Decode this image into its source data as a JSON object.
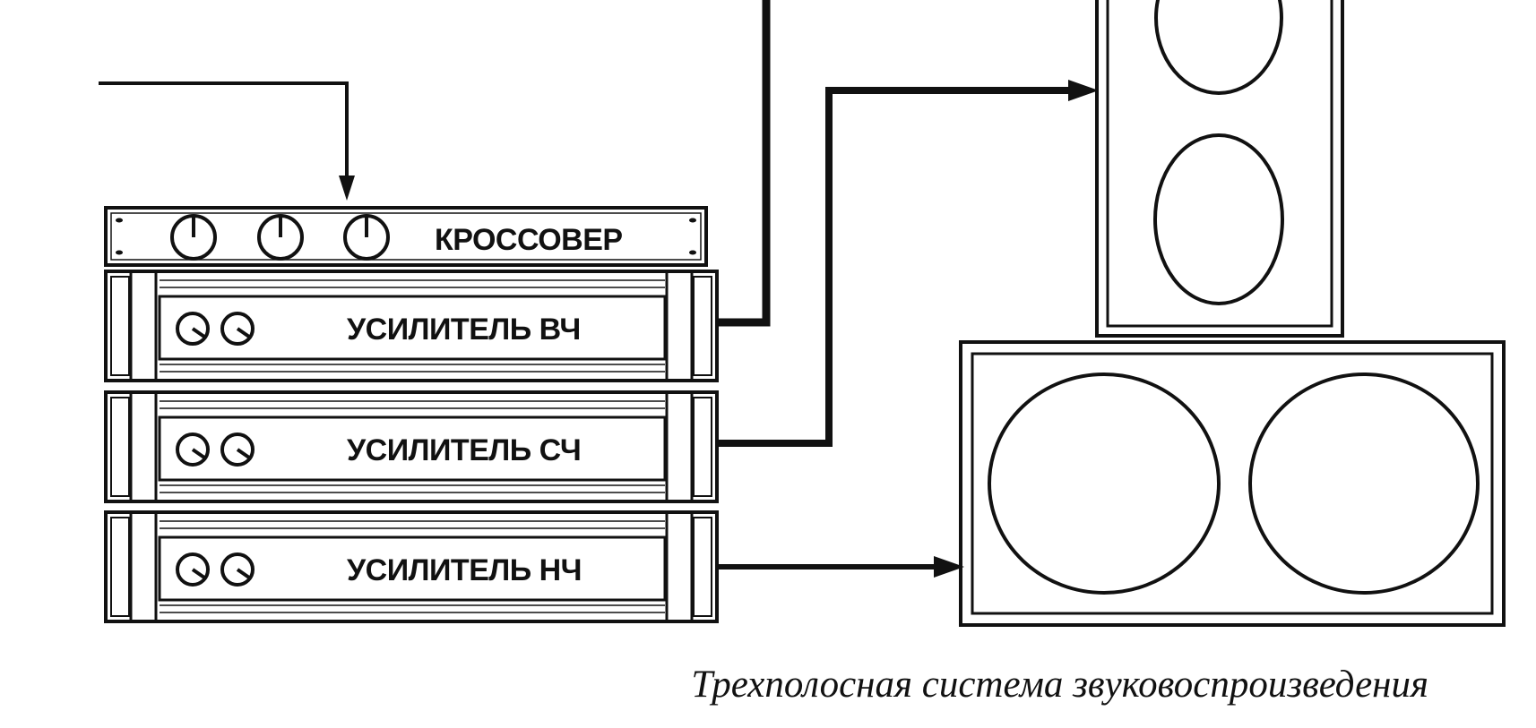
{
  "diagram": {
    "crossover_label": "КРОССОВЕР",
    "amplifiers": [
      {
        "label": "УСИЛИТЕЛЬ ВЧ"
      },
      {
        "label": "УСИЛИТЕЛЬ СЧ"
      },
      {
        "label": "УСИЛИТЕЛЬ НЧ"
      }
    ],
    "caption": "Трехполосная система звуковоспроизведения"
  },
  "colors": {
    "ink": "#111111",
    "background": "#ffffff"
  }
}
